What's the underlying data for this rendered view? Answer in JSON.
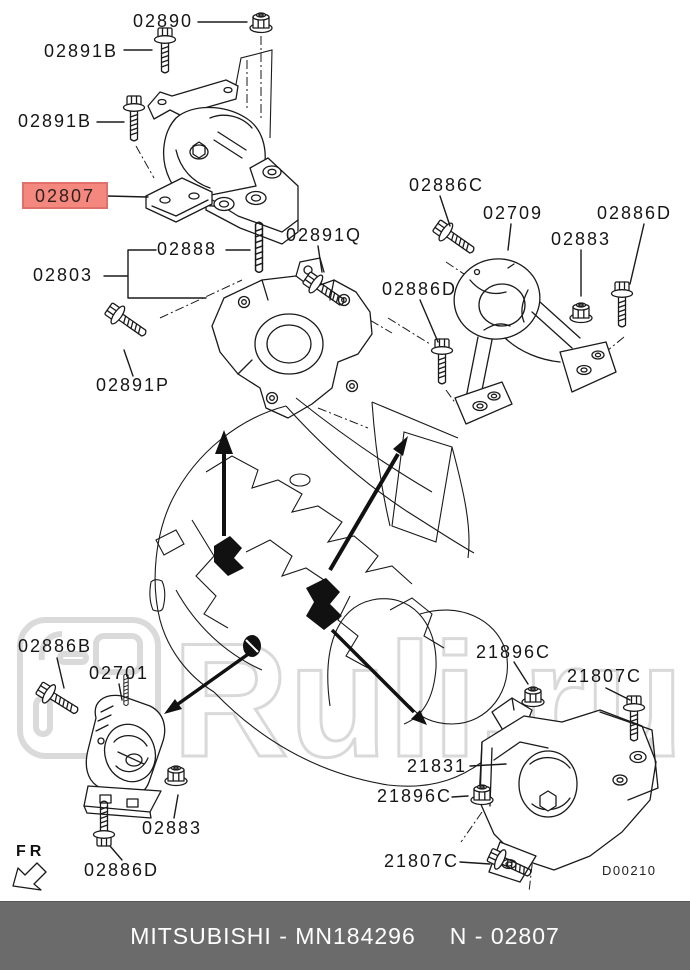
{
  "diagram": {
    "watermark": "Ruli.ru",
    "code": "D00210",
    "fr_label": "FR",
    "highlight_color": "#f4887f",
    "line_color": "#1a1a1a",
    "labels": {
      "l02890": "02890",
      "l02891B_1": "02891B",
      "l02891B_2": "02891B",
      "l02807": "02807",
      "l02888": "02888",
      "l02891Q": "02891Q",
      "l02803": "02803",
      "l02891P": "02891P",
      "l02886C": "02886C",
      "l02709": "02709",
      "l02883_r": "02883",
      "l02886D_r": "02886D",
      "l02886D_l": "02886D",
      "l02886B": "02886B",
      "l02701": "02701",
      "l02883_bl": "02883",
      "l02886D_bl": "02886D",
      "l21896C_t": "21896C",
      "l21807C_tr": "21807C",
      "l21831": "21831",
      "l21896C_l": "21896C",
      "l21807C_b": "21807C"
    }
  },
  "footer": {
    "brand_part": "MITSUBISHI - MN184296",
    "ref": "N - 02807",
    "bg_color": "#6b6b6b"
  }
}
